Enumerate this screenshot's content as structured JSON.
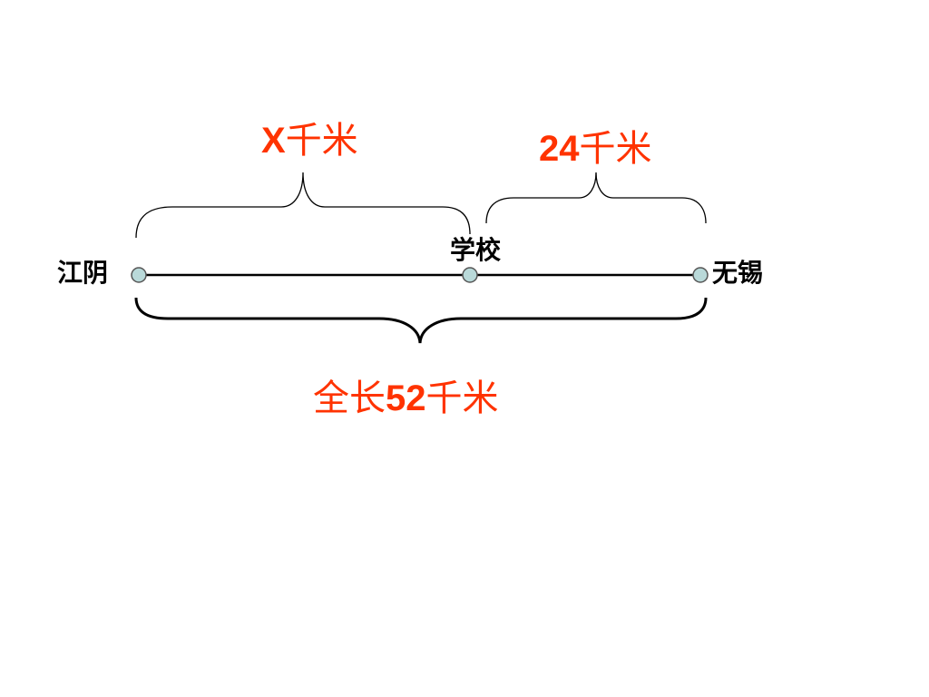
{
  "segment_top_left": {
    "variable": "X",
    "unit": "千米"
  },
  "segment_top_right": {
    "value": "24",
    "unit": "千米"
  },
  "total": {
    "prefix": "全长",
    "value": "52",
    "unit": "千米"
  },
  "places": {
    "start": "江阴",
    "middle": "学校",
    "end": "无锡"
  },
  "colors": {
    "label_red": "#ff3300",
    "line": "#000000",
    "node_fill": "#b9d9d9"
  }
}
